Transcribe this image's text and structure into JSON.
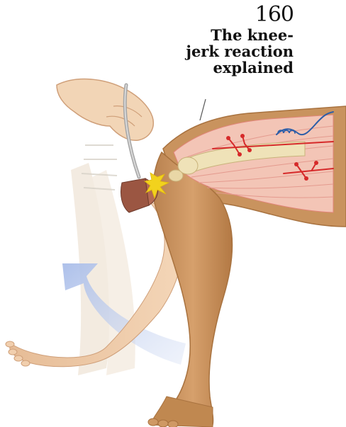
{
  "page_number": "160",
  "title_lines": [
    "The knee-",
    "jerk reaction",
    "explained"
  ],
  "colors": {
    "skin_front": "#c9935e",
    "skin_front_shade": "#a8723f",
    "skin_back": "#eec9a6",
    "skin_back_shade": "#d9ab84",
    "muscle": "#f3c5b6",
    "muscle_line": "#e2857a",
    "nerve_red": "#d62a2a",
    "nerve_blue": "#2d5ea8",
    "bone": "#efe2b8",
    "hammer_head": "#9b5642",
    "hammer_handle": "#a6a6a6",
    "impact": "#f2d21d",
    "arrow": "#b9c8ec"
  }
}
